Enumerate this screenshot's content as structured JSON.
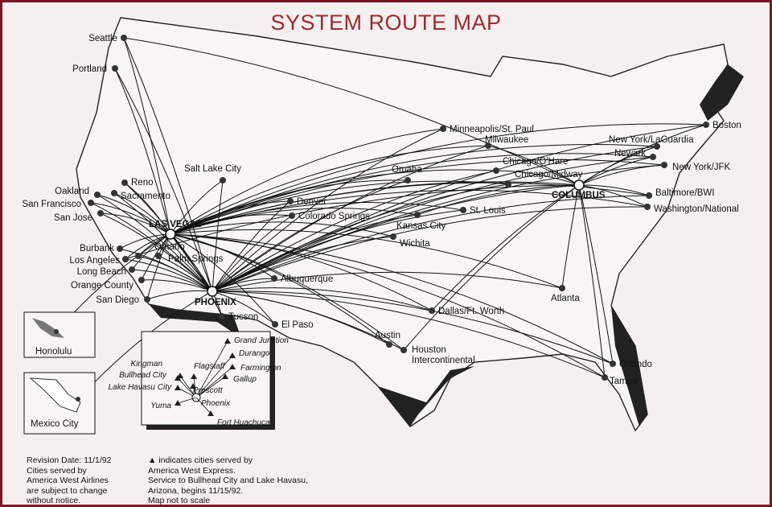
{
  "title": "SYSTEM ROUTE MAP",
  "hubs": [
    "LAS VEGAS",
    "PHOENIX",
    "COLUMBUS"
  ],
  "cities": [
    "Seattle",
    "Portland",
    "Reno",
    "Sacramento",
    "Oakland",
    "San Francisco",
    "San Jose",
    "Salt Lake City",
    "Denver",
    "Colorado Springs",
    "Omaha",
    "Minneapolis/St. Paul",
    "Milwaukee",
    "Chicago/O'Hare",
    "Chicago/Midway",
    "St. Louis",
    "Kansas City",
    "Wichita",
    "Albuquerque",
    "Dallas/Ft. Worth",
    "El Paso",
    "Tucson",
    "Austin",
    "Houston",
    "Intercontinental",
    "Atlanta",
    "Orlando",
    "Tampa",
    "Boston",
    "New York/LaGuardia",
    "Newark",
    "New York/JFK",
    "Baltimore/BWI",
    "Washington/National",
    "Burbank",
    "Los Angeles",
    "Long Beach",
    "Orange County",
    "San Diego",
    "Ontario",
    "Palm Springs"
  ],
  "insets": {
    "honolulu": "Honolulu",
    "mexico": "Mexico City"
  },
  "express_cities": [
    "Grand Junction",
    "Durango",
    "Farmington",
    "Gallup",
    "Kingman",
    "Flagstaff",
    "Bullhead City",
    "Lake Havasu City",
    "Prescott",
    "Phoenix",
    "Yuma",
    "Fort Huachuca"
  ],
  "notes": {
    "left": [
      "Revision Date: 11/1/92",
      "Cities served by",
      "America West Airlines",
      "are subject to change",
      "without notice."
    ],
    "right": [
      "indicates cities served by",
      "America West Express.",
      "Service to Bullhead City and Lake Havasu,",
      "Arizona, begins 11/15/92.",
      "Map not to scale"
    ]
  },
  "colors": {
    "frame": "#7a1622",
    "title": "#9b2a33"
  }
}
